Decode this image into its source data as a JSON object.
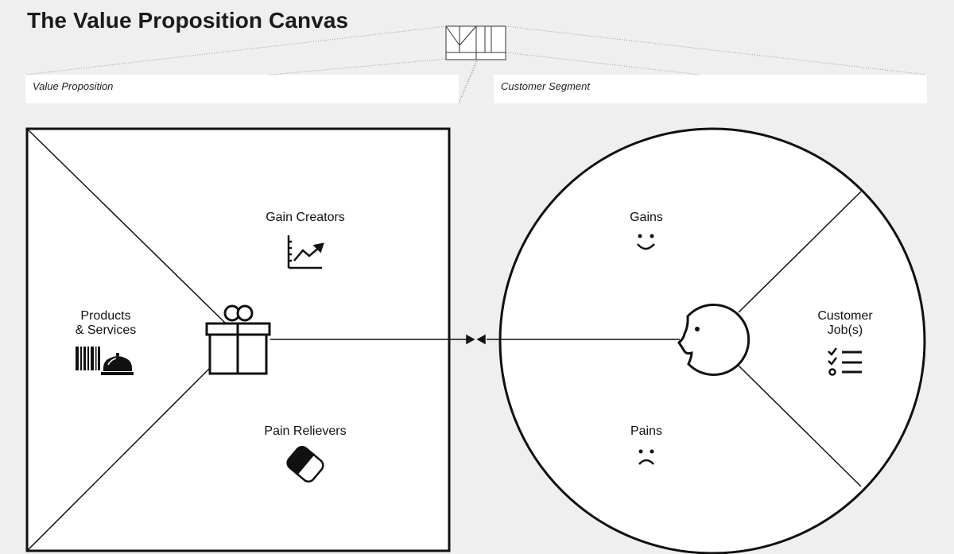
{
  "title": "The Value Proposition Canvas",
  "value_proposition": {
    "field_label": "Value Proposition",
    "sections": {
      "gain_creators": "Gain Creators",
      "products_services_line1": "Products",
      "products_services_line2": "& Services",
      "pain_relievers": "Pain Relievers"
    },
    "icons": [
      "gift-icon",
      "growth-chart-icon",
      "barcode-icon",
      "service-bell-icon",
      "pill-icon"
    ]
  },
  "customer_segment": {
    "field_label": "Customer Segment",
    "sections": {
      "gains": "Gains",
      "customer_jobs_line1": "Customer",
      "customer_jobs_line2": "Job(s)",
      "pains": "Pains"
    },
    "icons": [
      "customer-face-icon",
      "smile-icon",
      "frown-icon",
      "checklist-icon"
    ]
  },
  "colors": {
    "background": "#efefef",
    "canvas": "#ffffff",
    "ink": "#111111"
  }
}
